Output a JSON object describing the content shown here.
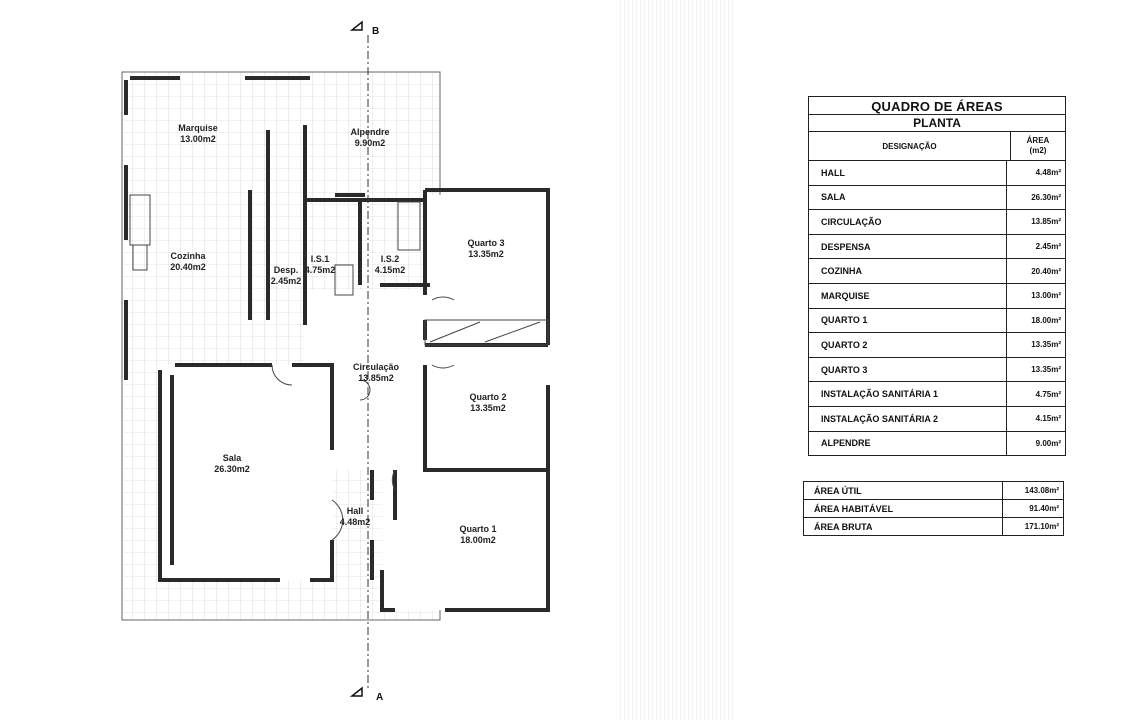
{
  "plan": {
    "section_top": "B",
    "section_bottom": "A",
    "rooms": [
      {
        "name": "Marquise",
        "area": "13.00m2"
      },
      {
        "name": "Alpendre",
        "area": "9.90m2"
      },
      {
        "name": "Cozinha",
        "area": "20.40m2"
      },
      {
        "name": "Desp.",
        "area": "2.45m2"
      },
      {
        "name": "I.S.1",
        "area": "4.75m2"
      },
      {
        "name": "I.S.2",
        "area": "4.15m2"
      },
      {
        "name": "Quarto 3",
        "area": "13.35m2"
      },
      {
        "name": "Circulação",
        "area": "13.85m2"
      },
      {
        "name": "Quarto 2",
        "area": "13.35m2"
      },
      {
        "name": "Sala",
        "area": "26.30m2"
      },
      {
        "name": "Hall",
        "area": "4.48m2"
      },
      {
        "name": "Quarto 1",
        "area": "18.00m2"
      }
    ]
  },
  "table": {
    "title": "QUADRO DE ÁREAS",
    "subtitle": "PLANTA",
    "col_designation": "DESIGNAÇÃO",
    "col_area": "ÁREA",
    "col_area_unit": "(m2)",
    "rows": [
      {
        "designation": "HALL",
        "area": "4.48m²"
      },
      {
        "designation": "SALA",
        "area": "26.30m²"
      },
      {
        "designation": "CIRCULAÇÃO",
        "area": "13.85m²"
      },
      {
        "designation": "DESPENSA",
        "area": "2.45m²"
      },
      {
        "designation": "COZINHA",
        "area": "20.40m²"
      },
      {
        "designation": "MARQUISE",
        "area": "13.00m²"
      },
      {
        "designation": "QUARTO 1",
        "area": "18.00m²"
      },
      {
        "designation": "QUARTO 2",
        "area": "13.35m²"
      },
      {
        "designation": "QUARTO 3",
        "area": "13.35m²"
      },
      {
        "designation": "INSTALAÇÃO SANITÁRIA 1",
        "area": "4.75m²"
      },
      {
        "designation": "INSTALAÇÃO SANITÁRIA 2",
        "area": "4.15m²"
      },
      {
        "designation": "ALPENDRE",
        "area": "9.00m²"
      }
    ]
  },
  "totals": [
    {
      "label": "ÁREA ÚTIL",
      "value": "143.08m²"
    },
    {
      "label": "ÁREA HABITÁVEL",
      "value": "91.40m²"
    },
    {
      "label": "ÁREA BRUTA",
      "value": "171.10m²"
    }
  ]
}
